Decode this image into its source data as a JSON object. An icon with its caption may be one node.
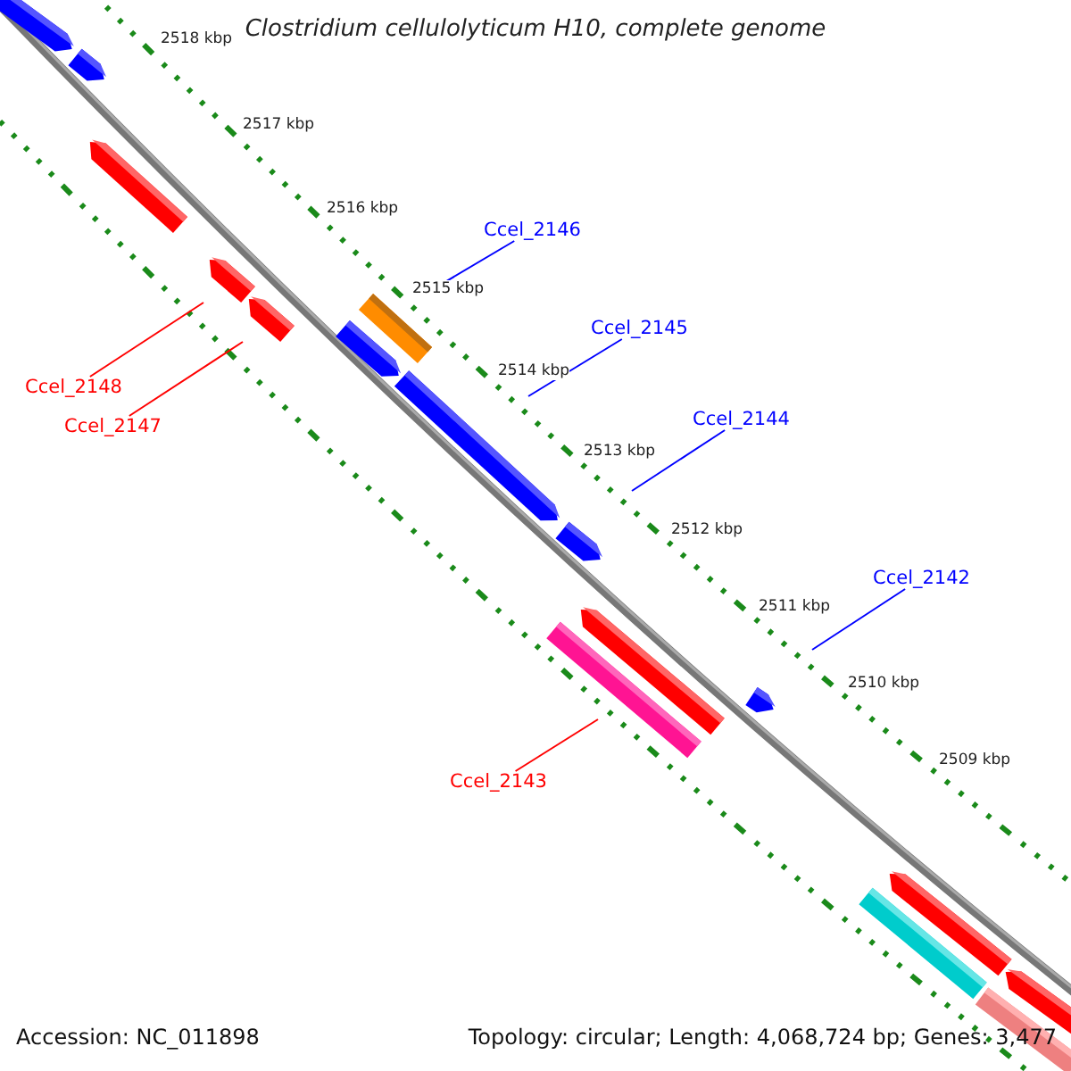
{
  "diagram": {
    "title": "Clostridium cellulolyticum H10, complete genome",
    "nodes": [
      {
        "text": [],
        "shape": "pentagon"
      },
      {
        "text": [],
        "shape": "pentagon"
      },
      {
        "text": [],
        "shape": "pentagon"
      },
      {
        "text": [],
        "shape": "pentagon"
      },
      {
        "text": [],
        "shape": "pentagon"
      },
      {
        "text": [],
        "shape": "bar"
      },
      {
        "text": [],
        "shape": "pentagon"
      },
      {
        "text": [],
        "shape": "pentagon"
      },
      {
        "text": [],
        "shape": "pentagon"
      },
      {
        "text": [],
        "shape": "pentagon"
      },
      {
        "text": [],
        "shape": "bar"
      },
      {
        "text": [],
        "shape": "pentagon"
      },
      {
        "text": [],
        "shape": "pentagon"
      },
      {
        "text": [],
        "shape": "bar"
      },
      {
        "text": [],
        "shape": "pentagon"
      },
      {
        "text": [],
        "shape": "bar"
      },
      {
        "text": [
          "Ccel_2146"
        ]
      },
      {
        "text": [
          "Ccel_2145"
        ]
      },
      {
        "text": [
          "Ccel_2148"
        ]
      },
      {
        "text": [
          "Ccel_2147"
        ]
      },
      {
        "text": [
          "Ccel_2144"
        ]
      },
      {
        "text": [
          "Ccel_2142"
        ]
      },
      {
        "text": [
          "Ccel_2143"
        ]
      }
    ],
    "edges": [
      {
        "from": 16,
        "to": 5,
        "arrow": "none"
      },
      {
        "from": 17,
        "to": 7,
        "arrow": "none"
      },
      {
        "from": 18,
        "to": 3,
        "arrow": "none",
        "color": "#ff0000"
      },
      {
        "from": 19,
        "to": 4,
        "arrow": "none",
        "color": "#ff0000"
      },
      {
        "from": 20,
        "to": 8,
        "arrow": "none"
      },
      {
        "from": 21,
        "to": 11,
        "arrow": "none"
      },
      {
        "from": 22,
        "to": 10,
        "arrow": "none",
        "color": "#ff0000"
      }
    ],
    "labels": [
      "2518 kbp",
      "2517 kbp",
      "2516 kbp",
      "2515 kbp",
      "2514 kbp",
      "2513 kbp",
      "2512 kbp",
      "2511 kbp",
      "2510 kbp",
      "2509 kbp",
      "Accession: NC_011898",
      "Topology: circular; Length: 4,068,724 bp; Genes: 3,477"
    ]
  }
}
